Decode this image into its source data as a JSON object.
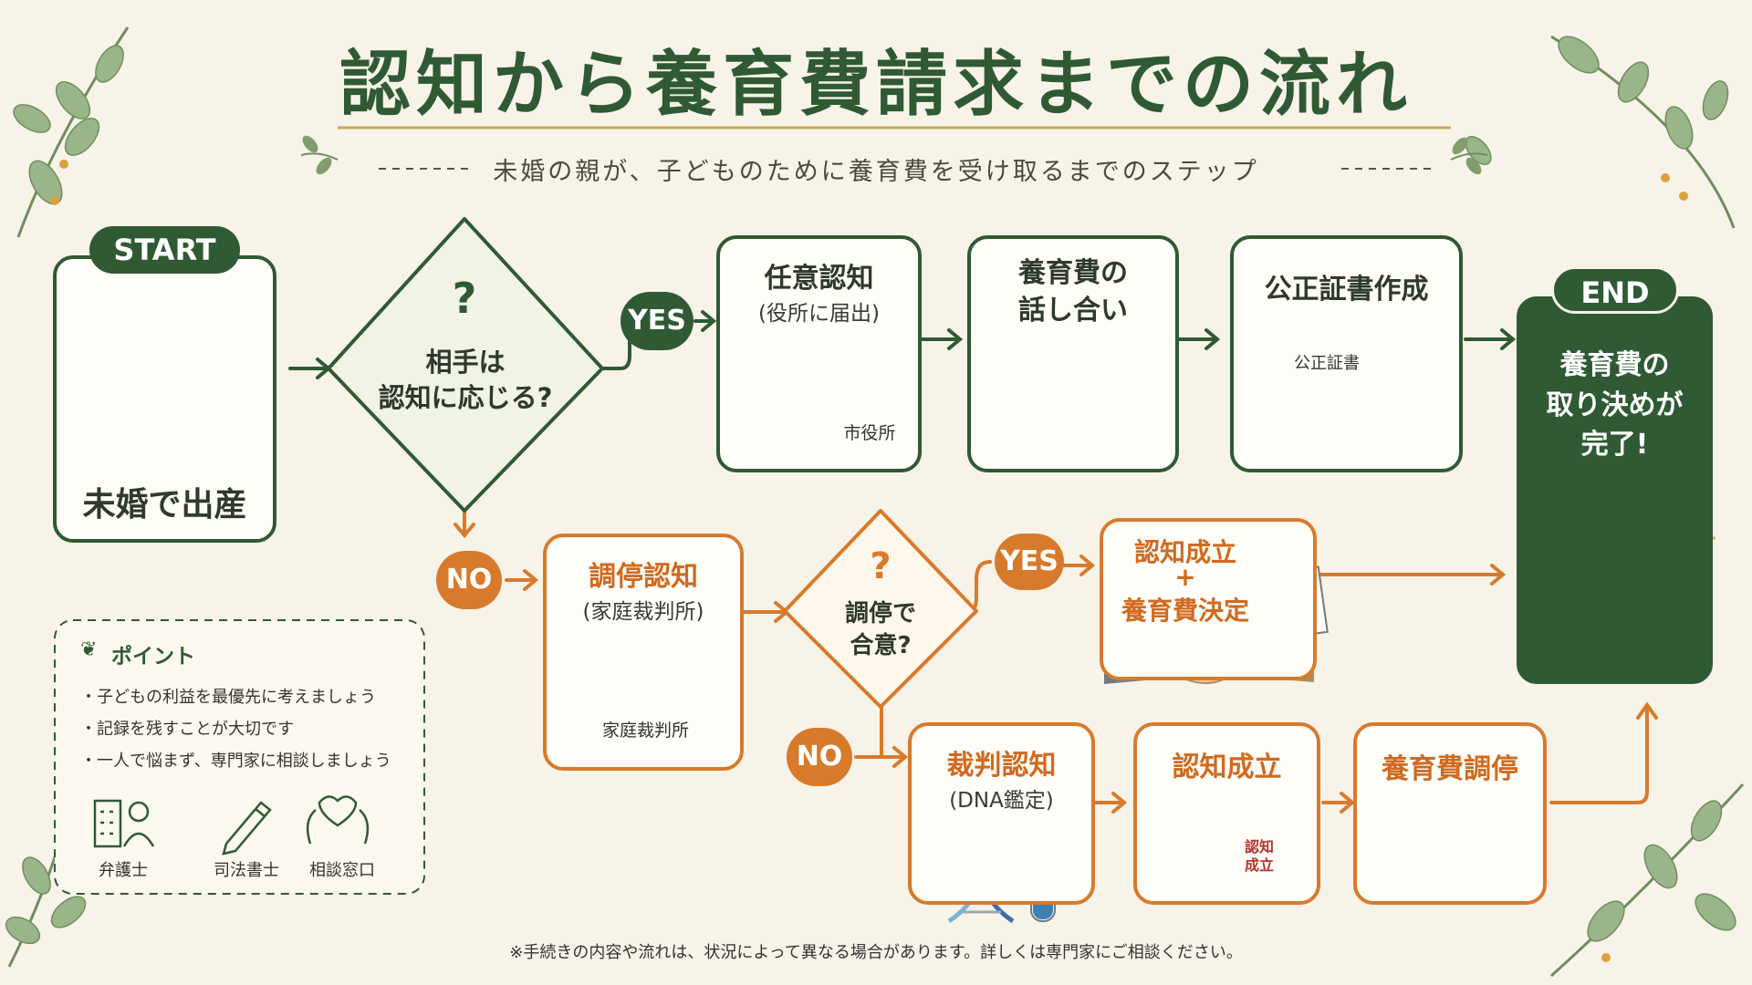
{
  "title": "認知から養育費請求までの流れ",
  "subtitle": "未婚の親が、子どものために養育費を受け取るまでのステップ",
  "start": {
    "badge": "START",
    "label": "未婚で出産"
  },
  "decision1": {
    "mark": "?",
    "text": "相手は\n認知に応じる?"
  },
  "yes_label": "YES",
  "no_label": "NO",
  "steps_top": [
    {
      "title": "任意認知",
      "sub": "(役所に届出)",
      "sign": "市役所"
    },
    {
      "title": "養育費の\n話し合い"
    },
    {
      "title": "公正証書作成",
      "doc": "公正証書"
    }
  ],
  "end": {
    "badge": "END",
    "text": "養育費の\n取り決めが\n完了!"
  },
  "mediation": {
    "title": "調停認知",
    "sub": "(家庭裁判所)",
    "sign": "家庭裁判所"
  },
  "decision2": {
    "mark": "?",
    "text": "調停で\n合意?"
  },
  "agreement": {
    "line1": "認知成立",
    "plus": "+",
    "line2": "養育費決定"
  },
  "trial": {
    "title": "裁判認知",
    "sub": "(DNA鑑定)"
  },
  "recognition": {
    "title": "認知成立",
    "stamp": "認知\n成立"
  },
  "support_mediation": {
    "title": "養育費調停"
  },
  "tips": {
    "heading": "ポイント",
    "items": [
      "・子どもの利益を最優先に考えましょう",
      "・記録を残すことが大切です",
      "・一人で悩まず、専門家に相談しましょう"
    ],
    "experts": [
      "弁護士",
      "司法書士",
      "相談窓口"
    ]
  },
  "footnote": "※手続きの内容や流れは、状況によって異なる場合があります。詳しくは専門家にご相談ください。",
  "colors": {
    "green": "#2f5a34",
    "orange": "#d87a2c",
    "background": "#f8f3e8"
  }
}
